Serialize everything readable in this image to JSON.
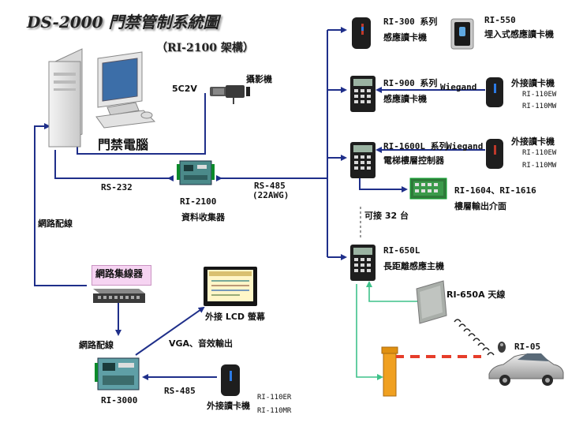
{
  "title": "DS-2000 門禁管制系統圖",
  "subtitle": "（RI-2100 架構）",
  "nodes": {
    "computer": "門禁電腦",
    "camera": "攝影機",
    "camera_cable": "5C2V",
    "rs232": "RS-232",
    "rs485": "RS-485",
    "rs485_gauge": "(22AWG)",
    "collector_model": "RI-2100",
    "collector_name": "資料收集器",
    "network_wiring_left": "網路配線",
    "hub": "網路集線器",
    "network_wiring_bottom": "網路配線",
    "lcd": "外接 LCD 螢幕",
    "vga": "VGA、音效輸出",
    "ri3000": "RI-3000",
    "rs485_bottom": "RS-485",
    "ext_reader_bottom": "外接讀卡機",
    "ext_reader_bottom_m1": "RI-110ER",
    "ext_reader_bottom_m2": "RI-110MR",
    "ri300_model": "RI-300 系列",
    "ri300_name": "感應讀卡機",
    "ri550_model": "RI-550",
    "ri550_name": "埋入式感應讀卡機",
    "ri900_model": "RI-900 系列",
    "ri900_name": "感應讀卡機",
    "wiegand1": "Wiegand",
    "ext_reader1": "外接讀卡機",
    "ext_reader1_m1": "RI-110EW",
    "ext_reader1_m2": "RI-110MW",
    "ri1600_model": "RI-1600L 系列",
    "ri1600_name": "電梯樓層控制器",
    "wiegand2": "Wiegand",
    "ext_reader2": "外接讀卡機",
    "ext_reader2_m1": "RI-110EW",
    "ext_reader2_m2": "RI-110MW",
    "floor_model": "RI-1604、RI-1616",
    "floor_name": "樓層輸出介面",
    "max32": "可接 32 台",
    "ri650_model": "RI-650L",
    "ri650_name": "長距離感應主機",
    "antenna": "RI-650A 天線",
    "tag": "RI-05"
  },
  "colors": {
    "main_line": "#1f2f8a",
    "green_line": "#3ec28a",
    "hub_fill": "#f6d4f2"
  }
}
